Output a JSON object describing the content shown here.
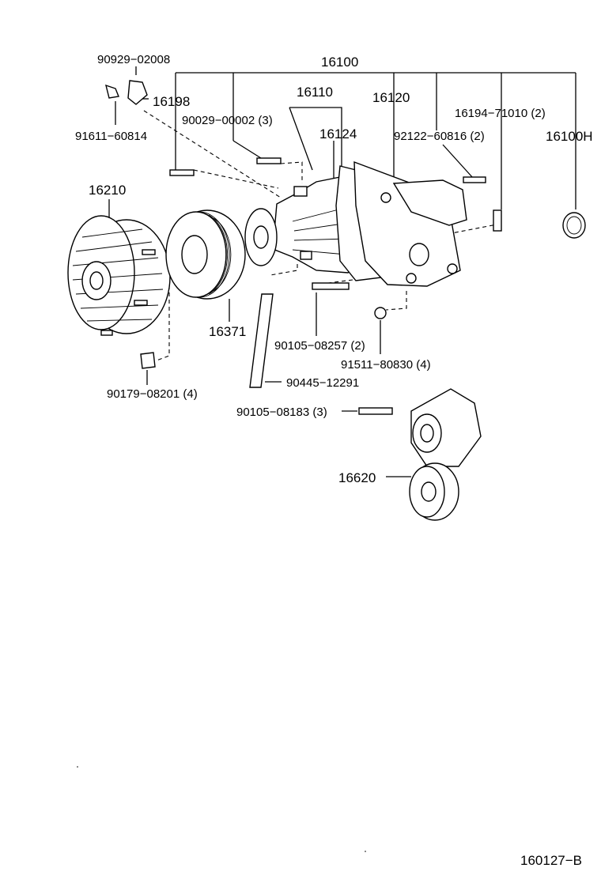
{
  "diagram": {
    "labels": {
      "p90929": "90929−02008",
      "p16100": "16100",
      "p16110": "16110",
      "p16198": "16198",
      "p90029": "90029−00002 (3)",
      "p16124": "16124",
      "p16120": "16120",
      "p16194": "16194−71010 (2)",
      "p91611": "91611−60814",
      "p92122": "92122−60816 (2)",
      "p16100H": "16100H",
      "p16210": "16210",
      "p16371": "16371",
      "p90105a": "90105−08257 (2)",
      "p91511": "91511−80830 (4)",
      "p90179": "90179−08201 (4)",
      "p90445": "90445−12291",
      "p90105b": "90105−08183 (3)",
      "p16620": "16620",
      "ref": "160127−B"
    }
  }
}
